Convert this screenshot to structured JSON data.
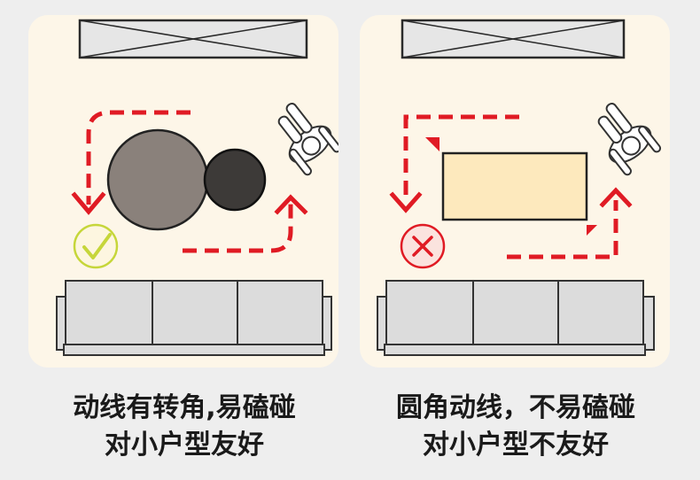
{
  "colors": {
    "panel_bg": "#fdf6e8",
    "route": "#e01b24",
    "correct": "#c6d63a",
    "wrong": "#e01b24",
    "table_large": "#8a817b",
    "table_small": "#3d3a38",
    "rect_table": "#fde9bd",
    "sofa": "#dcdcdc"
  },
  "panels": [
    {
      "verdict_icon": "checkmark-icon",
      "caption_line1": "动线有转角,易磕碰",
      "caption_line2": "对小户型友好"
    },
    {
      "verdict_icon": "cross-icon",
      "caption_line1": "圆角动线，不易磕碰",
      "caption_line2": "对小户型不友好"
    }
  ]
}
